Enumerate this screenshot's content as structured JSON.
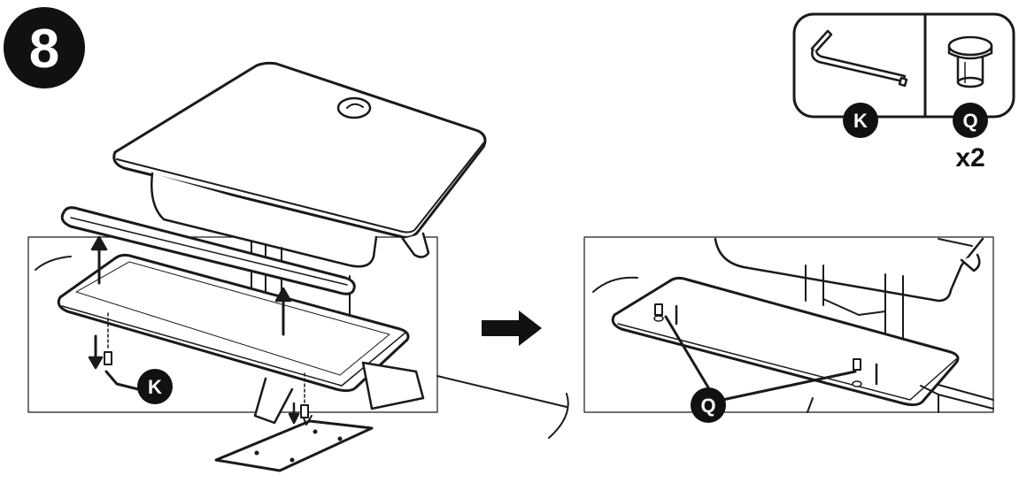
{
  "step": {
    "number": "8"
  },
  "parts_box": {
    "parts": [
      {
        "label": "K",
        "icon": "allen-key-icon"
      },
      {
        "label": "Q",
        "icon": "cap-plug-icon",
        "qty": "x2"
      }
    ]
  },
  "callouts": {
    "k_left": "K",
    "q_right": "Q"
  },
  "colors": {
    "ink": "#1a1a1a",
    "badge": "#111111",
    "paper": "#ffffff"
  }
}
